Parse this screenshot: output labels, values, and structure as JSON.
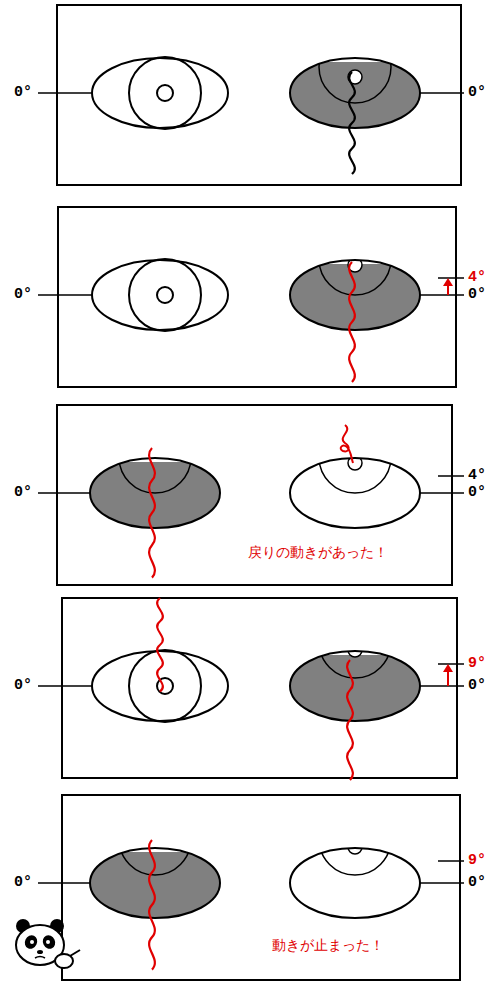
{
  "diagram": {
    "labels": [
      "0°",
      "0°",
      "0°",
      "4°",
      "0°",
      "0°",
      "4°",
      "0°",
      "戻りの動きがあった！",
      "0°",
      "9°",
      "0°",
      "0°",
      "9°",
      "0°",
      "動きが止まった！"
    ]
  }
}
